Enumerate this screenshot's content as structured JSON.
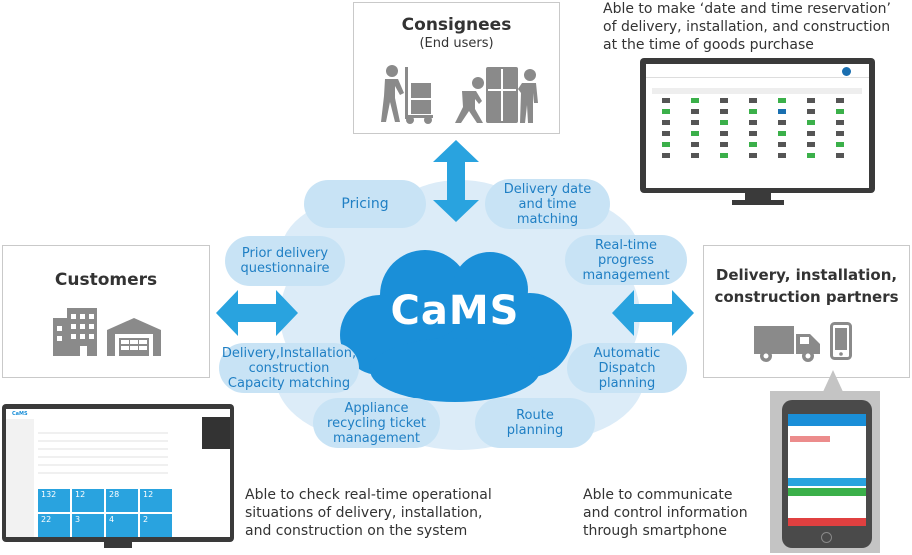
{
  "consignees": {
    "title": "Consignees",
    "subtitle": "(End users)"
  },
  "customers": {
    "title": "Customers"
  },
  "partners": {
    "title": "Delivery, installation,\nconstruction partners"
  },
  "center": {
    "label": "CaMS"
  },
  "functions": {
    "pricing": "Pricing",
    "delivery_date": "Delivery date\nand time\nmatching",
    "prior_delivery": "Prior delivery\nquestionnaire",
    "realtime_progress": "Real-time\nprogress\nmanagement",
    "capacity_matching": "Delivery,Installation,\nconstruction\nCapacity matching",
    "auto_dispatch": "Automatic\nDispatch\nplanning",
    "recycling": "Appliance\nrecycling ticket\nmanagement",
    "route": "Route\nplanning"
  },
  "captions": {
    "reservation": "Able to make ‘date and time reservation’\nof delivery, installation, and construction\nat the time of goods purchase",
    "operational": "Able to check real-time operational\nsituations of delivery, installation,\nand construction on the system",
    "smartphone": "Able to communicate\nand control information\nthrough smartphone"
  },
  "dashboard": {
    "logo": "CaMS",
    "tiles": [
      "132",
      "12",
      "28",
      "12",
      "22",
      "3",
      "4",
      "2"
    ]
  },
  "colors": {
    "accent": "#1a8fd8",
    "bubble": "#c8e3f5",
    "arrow": "#29a3df",
    "icon": "#8a8a8a",
    "cloud_light": "#dcecf8"
  }
}
